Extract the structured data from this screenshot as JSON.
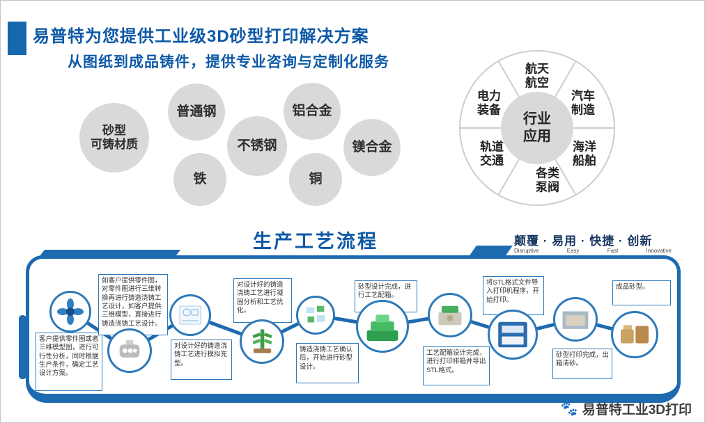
{
  "palette": {
    "frame_blue": "#1e6ab0",
    "title_blue": "#0d59a6",
    "circle_gray": "#d9d9d9"
  },
  "header": {
    "title_line1": "易普特为您提供工业级3D砂型打印解决方案",
    "title_line2": "从图纸到成品铸件，提供专业咨询与定制化服务"
  },
  "materials": {
    "main_label": "砂型\n可铸材质",
    "items": [
      {
        "label": "普通钢"
      },
      {
        "label": "铁"
      },
      {
        "label": "不锈钢"
      },
      {
        "label": "铝合金"
      },
      {
        "label": "铜"
      },
      {
        "label": "镁合金"
      }
    ]
  },
  "industry": {
    "center_label": "行业\n应用",
    "segments": [
      {
        "label": "航天\n航空"
      },
      {
        "label": "汽车\n制造"
      },
      {
        "label": "海洋\n船舶"
      },
      {
        "label": "各类\n泵阀"
      },
      {
        "label": "轨道\n交通"
      },
      {
        "label": "电力\n装备"
      }
    ]
  },
  "process": {
    "title": "生产工艺流程",
    "slogan": "颠覆 · 易用 · 快捷 · 创新",
    "slogan_en": [
      "Disruptive",
      "Easy",
      "Fast",
      "Innovative"
    ],
    "steps": [
      {
        "text": "客户提供零件图或者三维模型图，进行可行性分析，同时根据生产条件，确定工艺设计方案。",
        "icon": "brand-flower-icon"
      },
      {
        "text": "如客户提供零件图，对零件图进行三维转换再进行铸造浇铸工艺设计，如客户提供三维模型，直接进行铸造浇铸工艺设计。",
        "icon": "casting-part-icon"
      },
      {
        "text": "对设计好的铸造浇铸工艺进行模拟充型。",
        "icon": "cad-drawing-icon"
      },
      {
        "text": "对设计好的铸造浇铸工艺进行凝固分析和工艺优化。",
        "icon": "casting-tree-icon"
      },
      {
        "text": "铸造浇铸工艺确认后，开始进行砂型设计。",
        "icon": "simulation-icon"
      },
      {
        "text": "砂型设计完成，进行工艺配箱。",
        "icon": "green-mold-icon"
      },
      {
        "text": "工艺配箱设计完成，进行打印排箱并导出STL格式。",
        "icon": "mold-box-icon"
      },
      {
        "text": "将STL格式文件导入打印机程序，开始打印。",
        "icon": "printer-icon"
      },
      {
        "text": "砂型打印完成，出箱清砂。",
        "icon": "depowder-icon"
      },
      {
        "text": "成品砂型。",
        "icon": "finished-mold-icon"
      }
    ]
  },
  "footer": {
    "brand": "易普特工业3D打印",
    "paw_glyph": "🐾"
  }
}
